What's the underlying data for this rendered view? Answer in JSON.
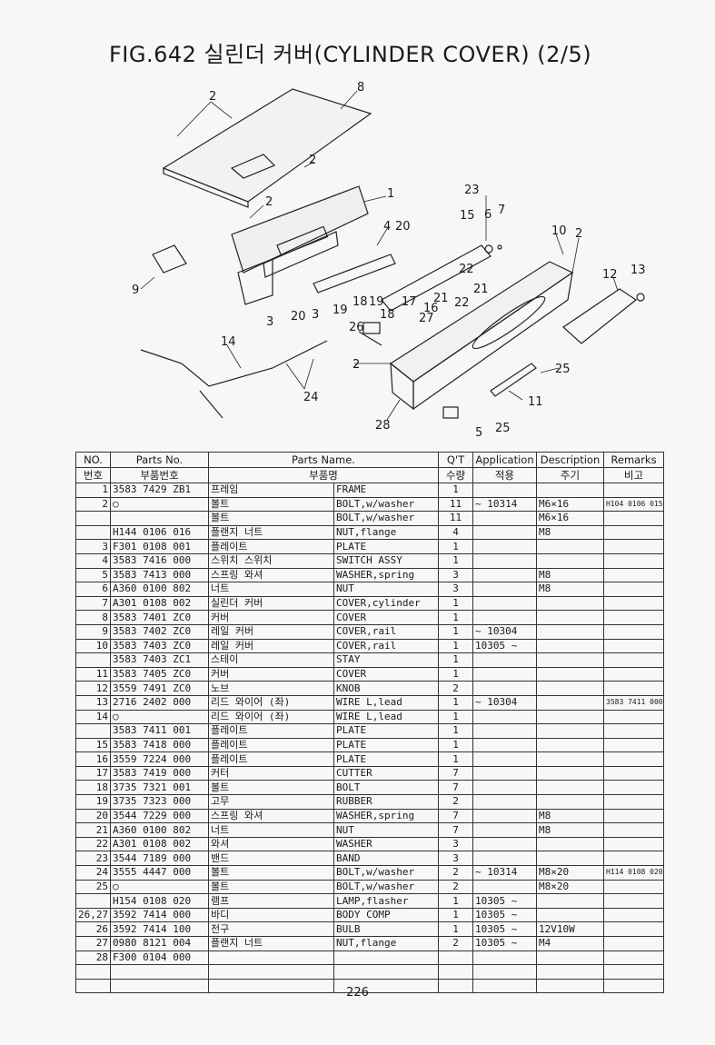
{
  "title": "FIG.642 실린더 커버(CYLINDER COVER) (2/5)",
  "callouts": [
    "2",
    "8",
    "2",
    "2",
    "1",
    "9",
    "3",
    "20",
    "3",
    "19",
    "4",
    "20",
    "18",
    "19",
    "17",
    "16",
    "21",
    "22",
    "23",
    "15",
    "6",
    "7",
    "22",
    "21",
    "10",
    "2",
    "12",
    "13",
    "26",
    "18",
    "27",
    "14",
    "2",
    "24",
    "28",
    "5",
    "25",
    "25",
    "11"
  ],
  "table": {
    "headers": {
      "no_en": "NO.",
      "no_ko": "번호",
      "partno_en": "Parts No.",
      "partno_ko": "부품번호",
      "name_en": "Parts Name.",
      "name_ko": "부품명",
      "qty_en": "Q'T",
      "qty_ko": "수량",
      "app_en": "Application",
      "app_ko": "적용",
      "desc_en": "Description",
      "desc_ko": "주기",
      "rem_en": "Remarks",
      "rem_ko": "비고"
    },
    "rows": [
      {
        "no": "1",
        "part": "3583 7429 ZB1",
        "ko": "프레임",
        "en": "FRAME",
        "qty": "1",
        "app": "",
        "desc": "",
        "rem": ""
      },
      {
        "no": "2",
        "part": "○",
        "ko": "볼트",
        "en": "BOLT,w/washer",
        "qty": "11",
        "app": "~ 10314",
        "desc": "M6×16",
        "rem": "H104 0106 015"
      },
      {
        "no": "",
        "part": "",
        "ko": "볼트",
        "en": "BOLT,w/washer",
        "qty": "11",
        "app": "",
        "desc": "M6×16",
        "rem": ""
      },
      {
        "no": "",
        "part": "H144 0106 016",
        "ko": "플랜지 너트",
        "en": "NUT,flange",
        "qty": "4",
        "app": "",
        "desc": "M8",
        "rem": ""
      },
      {
        "no": "3",
        "part": "F301 0108 001",
        "ko": "플레이트",
        "en": "PLATE",
        "qty": "1",
        "app": "",
        "desc": "",
        "rem": ""
      },
      {
        "no": "4",
        "part": "3583 7416 000",
        "ko": "스위치 스위치",
        "en": "SWITCH ASSY",
        "qty": "1",
        "app": "",
        "desc": "",
        "rem": ""
      },
      {
        "no": "5",
        "part": "3583 7413 000",
        "ko": "스프링 와셔",
        "en": "WASHER,spring",
        "qty": "3",
        "app": "",
        "desc": "M8",
        "rem": ""
      },
      {
        "no": "6",
        "part": "A360 0100 802",
        "ko": "너트",
        "en": "NUT",
        "qty": "3",
        "app": "",
        "desc": "M8",
        "rem": ""
      },
      {
        "no": "7",
        "part": "A301 0108 002",
        "ko": "실린더 커버",
        "en": "COVER,cylinder",
        "qty": "1",
        "app": "",
        "desc": "",
        "rem": ""
      },
      {
        "no": "8",
        "part": "3583 7401 ZC0",
        "ko": "커버",
        "en": "COVER",
        "qty": "1",
        "app": "",
        "desc": "",
        "rem": ""
      },
      {
        "no": "9",
        "part": "3583 7402 ZC0",
        "ko": "레일 커버",
        "en": "COVER,rail",
        "qty": "1",
        "app": "~ 10304",
        "desc": "",
        "rem": ""
      },
      {
        "no": "10",
        "part": "3583 7403 ZC0",
        "ko": "레일 커버",
        "en": "COVER,rail",
        "qty": "1",
        "app": "10305 ~",
        "desc": "",
        "rem": ""
      },
      {
        "no": "",
        "part": "3583 7403 ZC1",
        "ko": "스테이",
        "en": "STAY",
        "qty": "1",
        "app": "",
        "desc": "",
        "rem": ""
      },
      {
        "no": "11",
        "part": "3583 7405 ZC0",
        "ko": "커버",
        "en": "COVER",
        "qty": "1",
        "app": "",
        "desc": "",
        "rem": ""
      },
      {
        "no": "12",
        "part": "3559 7491 ZC0",
        "ko": "노브",
        "en": "KNOB",
        "qty": "2",
        "app": "",
        "desc": "",
        "rem": ""
      },
      {
        "no": "13",
        "part": "2716 2402 000",
        "ko": "리드 와이어 (좌)",
        "en": "WIRE L,lead",
        "qty": "1",
        "app": "~ 10304",
        "desc": "",
        "rem": "3583 7411 000"
      },
      {
        "no": "14",
        "part": "○",
        "ko": "리드 와이어 (좌)",
        "en": "WIRE L,lead",
        "qty": "1",
        "app": "",
        "desc": "",
        "rem": ""
      },
      {
        "no": "",
        "part": "3583 7411 001",
        "ko": "플레이트",
        "en": "PLATE",
        "qty": "1",
        "app": "",
        "desc": "",
        "rem": ""
      },
      {
        "no": "15",
        "part": "3583 7418 000",
        "ko": "플레이트",
        "en": "PLATE",
        "qty": "1",
        "app": "",
        "desc": "",
        "rem": ""
      },
      {
        "no": "16",
        "part": "3559 7224 000",
        "ko": "플레이트",
        "en": "PLATE",
        "qty": "1",
        "app": "",
        "desc": "",
        "rem": ""
      },
      {
        "no": "17",
        "part": "3583 7419 000",
        "ko": "커터",
        "en": "CUTTER",
        "qty": "7",
        "app": "",
        "desc": "",
        "rem": ""
      },
      {
        "no": "18",
        "part": "3735 7321 001",
        "ko": "볼트",
        "en": "BOLT",
        "qty": "7",
        "app": "",
        "desc": "",
        "rem": ""
      },
      {
        "no": "19",
        "part": "3735 7323 000",
        "ko": "고무",
        "en": "RUBBER",
        "qty": "2",
        "app": "",
        "desc": "",
        "rem": ""
      },
      {
        "no": "20",
        "part": "3544 7229 000",
        "ko": "스프링 와셔",
        "en": "WASHER,spring",
        "qty": "7",
        "app": "",
        "desc": "M8",
        "rem": ""
      },
      {
        "no": "21",
        "part": "A360 0100 802",
        "ko": "너트",
        "en": "NUT",
        "qty": "7",
        "app": "",
        "desc": "M8",
        "rem": ""
      },
      {
        "no": "22",
        "part": "A301 0108 002",
        "ko": "와셔",
        "en": "WASHER",
        "qty": "3",
        "app": "",
        "desc": "",
        "rem": ""
      },
      {
        "no": "23",
        "part": "3544 7189 000",
        "ko": "밴드",
        "en": "BAND",
        "qty": "3",
        "app": "",
        "desc": "",
        "rem": ""
      },
      {
        "no": "24",
        "part": "3555 4447 000",
        "ko": "볼트",
        "en": "BOLT,w/washer",
        "qty": "2",
        "app": "~ 10314",
        "desc": "M8×20",
        "rem": "H114 0108 020"
      },
      {
        "no": "25",
        "part": "○",
        "ko": "볼트",
        "en": "BOLT,w/washer",
        "qty": "2",
        "app": "",
        "desc": "M8×20",
        "rem": ""
      },
      {
        "no": "",
        "part": "H154 0108 020",
        "ko": "램프",
        "en": "LAMP,flasher",
        "qty": "1",
        "app": "10305 ~",
        "desc": "",
        "rem": ""
      },
      {
        "no": "26,27",
        "part": "3592 7414 000",
        "ko": "바디",
        "en": "BODY COMP",
        "qty": "1",
        "app": "10305 ~",
        "desc": "",
        "rem": ""
      },
      {
        "no": "26",
        "part": "3592 7414 100",
        "ko": "전구",
        "en": "BULB",
        "qty": "1",
        "app": "10305 ~",
        "desc": "12V10W",
        "rem": ""
      },
      {
        "no": "27",
        "part": "0980 8121 004",
        "ko": "플랜지 너트",
        "en": "NUT,flange",
        "qty": "2",
        "app": "10305 ~",
        "desc": "M4",
        "rem": ""
      },
      {
        "no": "28",
        "part": "F300 0104 000",
        "ko": "",
        "en": "",
        "qty": "",
        "app": "",
        "desc": "",
        "rem": ""
      },
      {
        "no": "",
        "part": "",
        "ko": "",
        "en": "",
        "qty": "",
        "app": "",
        "desc": "",
        "rem": ""
      },
      {
        "no": "",
        "part": "",
        "ko": "",
        "en": "",
        "qty": "",
        "app": "",
        "desc": "",
        "rem": ""
      }
    ]
  },
  "page_number": "226"
}
